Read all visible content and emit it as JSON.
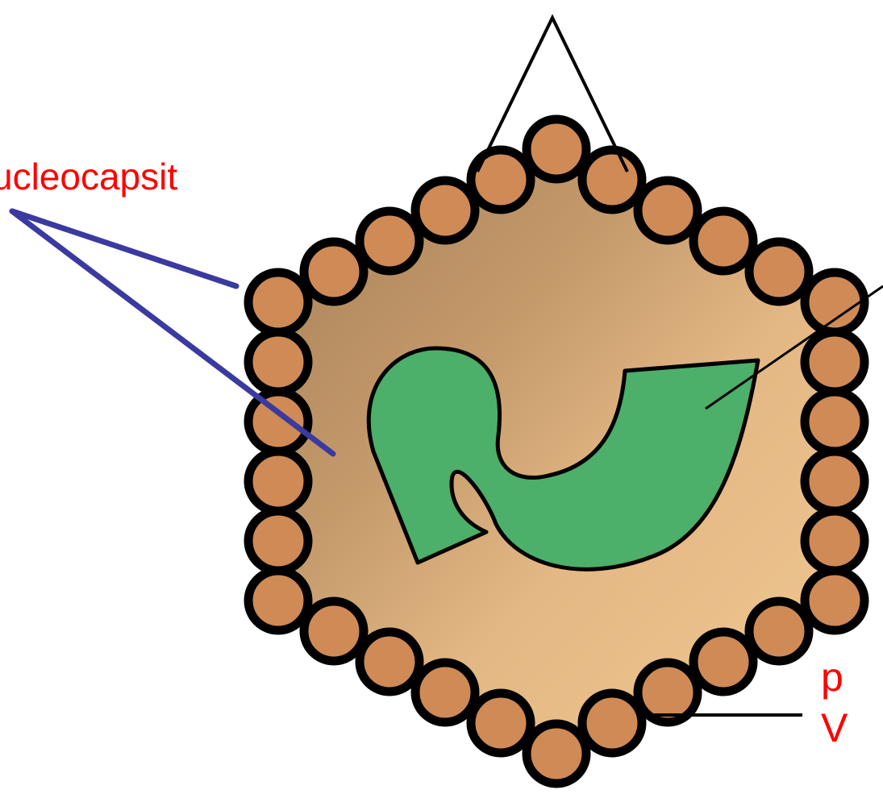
{
  "labels": {
    "nucleocapsid": "ucleocapsit",
    "bottom_right_line1": "p",
    "bottom_right_line2": "V"
  },
  "colors": {
    "capsomer_fill": "#cf8a55",
    "capsid_fill_light": "#e9bd87",
    "capsid_fill_dark": "#b98f62",
    "nucleic_acid_fill": "#4caf6a",
    "outline": "#000000",
    "pointer_line_blue": "#3a3aa0",
    "label_text": "#ff0000"
  }
}
